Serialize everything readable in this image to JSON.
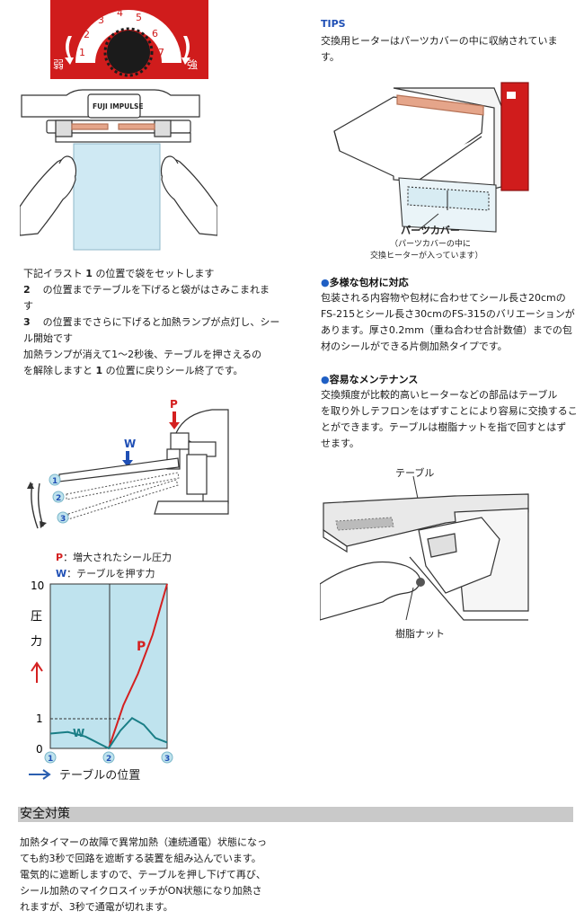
{
  "dial": {
    "numbers": [
      "1",
      "2",
      "3",
      "4",
      "5",
      "6",
      "7"
    ],
    "weak_label": "弱",
    "strong_label": "強",
    "brand": "FUJI IMPULSE"
  },
  "instructions": {
    "line1_pre": "下記イラスト",
    "line1_num": "1",
    "line1_post": "の位置で袋をセットします",
    "line2_num": "2",
    "line2_text": "の位置までテーブルを下げると袋がはさみこまれま",
    "line2_cont": "す",
    "line3_num": "3",
    "line3_text": "の位置までさらに下げると加熱ランプが点灯し、シー",
    "line3_cont": "ル開始です",
    "line4": "加熱ランプが消えて1〜2秒後、テーブルを押さえるの",
    "line5_pre": "を解除しますと",
    "line5_num": "1",
    "line5_post": "の位置に戻りシール終了です。"
  },
  "mechanism": {
    "p_label": "P",
    "w_label": "W",
    "positions": [
      "1",
      "2",
      "3"
    ]
  },
  "chart_data": {
    "type": "line",
    "legend": [
      {
        "key": "P",
        "text": "：増大されたシール圧力"
      },
      {
        "key": "W",
        "text": "：テーブルを押す力"
      }
    ],
    "ylabel_chars": [
      "圧",
      "力"
    ],
    "y_ticks": [
      "10",
      "1",
      "0"
    ],
    "ylim": [
      0,
      10
    ],
    "x_ticks": [
      "1",
      "2",
      "3"
    ],
    "xlabel": "テーブルの位置",
    "series": [
      {
        "name": "P",
        "x": [
          2,
          2.25,
          2.5,
          2.75,
          3
        ],
        "y": [
          0,
          1.9,
          4.0,
          6.6,
          10
        ]
      },
      {
        "name": "W",
        "x": [
          1,
          1.3,
          1.6,
          1.85,
          2,
          2.2,
          2.4,
          2.6,
          2.8,
          3
        ],
        "y": [
          0.5,
          0.55,
          0.4,
          0.15,
          0,
          0.6,
          1.05,
          0.8,
          0.35,
          0.2
        ]
      }
    ],
    "reference_line": 1,
    "colors": {
      "P": "#d42020",
      "W": "#1a7e86",
      "panel": "#bfe3ee",
      "arrow_up": "#d42020",
      "arrow_right": "#2b5fb0"
    }
  },
  "tips": {
    "title": "TIPS",
    "line1": "交換用ヒーターはパーツカバーの中に収納されていま",
    "line2": "す。",
    "callout_title": "パーツカバー",
    "callout_sub1": "（パーツカバーの中に",
    "callout_sub2": "交換ヒーターが入っています）"
  },
  "feature1": {
    "title": "多様な包材に対応",
    "lines": [
      "包装される内容物や包材に合わせてシール長さ20cmの",
      "FS-215とシール長さ30cmのFS-315のバリエーションが",
      "あります。厚さ0.2mm（重ね合わせ合計数値）までの包",
      "材のシールができる片側加熱タイプです。"
    ]
  },
  "feature2": {
    "title": "容易なメンテナンス",
    "lines": [
      "交換頻度が比較的高いヒーターなどの部品はテーブル",
      "を取り外しテフロンをはずすことにより容易に交換するこ",
      "とができます。テーブルは樹脂ナットを指で回すとはず",
      "せます。"
    ]
  },
  "maintenance_illustration": {
    "table_label": "テーブル",
    "nut_label": "樹脂ナット"
  },
  "safety": {
    "heading": "安全対策",
    "lines": [
      "加熱タイマーの故障で異常加熱（連続通電）状態になっ",
      "ても約3秒で回路を遮断する装置を組み込んでいます。",
      "電気的に遮断しますので、テーブルを押し下げて再び、",
      "シール加熱のマイクロスイッチがON状態になり加熱さ",
      "れますが、3秒で通電が切れます。"
    ]
  }
}
